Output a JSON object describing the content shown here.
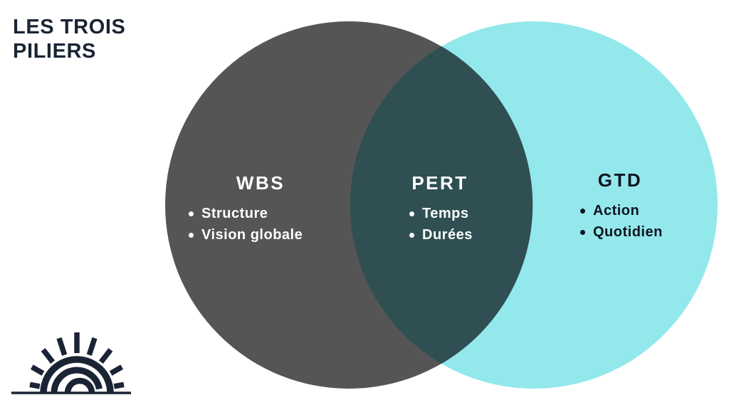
{
  "title": "LES TROIS PILIERS",
  "venn": {
    "left": {
      "heading": "WBS",
      "items": [
        "Structure",
        "Vision globale"
      ]
    },
    "overlap": {
      "heading": "PERT",
      "items": [
        "Temps",
        "Durées"
      ]
    },
    "right": {
      "heading": "GTD",
      "items": [
        "Action",
        "Quotidien"
      ]
    }
  },
  "colors": {
    "background": "#ffffff",
    "left_circle": "#565556",
    "right_circle": "#93e8ec",
    "overlap_region": "#2f4f52",
    "title_text": "#1a2433",
    "light_text": "#ffffff",
    "dark_text": "#10141f",
    "logo": "#1b2435"
  },
  "icons": {
    "logo": "sunrise-logo",
    "bullet": "bullet-dot"
  }
}
